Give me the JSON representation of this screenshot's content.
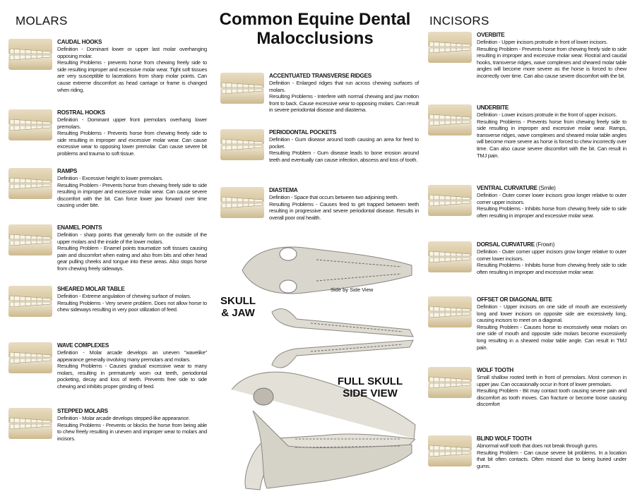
{
  "title": "Common Equine Dental Malocclusions",
  "sections": {
    "molars": "MOLARS",
    "incisors": "INCISORS"
  },
  "labels": {
    "skull_jaw": "SKULL & JAW",
    "side_view": "Side by Side View",
    "full_skull": "FULL SKULL SIDE VIEW"
  },
  "molars": [
    {
      "title": "CAUDAL HOOKS",
      "lines": [
        "Definition - Dominant lower or upper last molar overhanging opposing molar.",
        "Resulting Problems - prevents horse from chewing freely side to side resulting improper and excessive molar wear. Tight soft tissues are very susceptible to lacerations from sharp molar points. Can cause extreme discomfort as head carriage or frame is changed when riding."
      ]
    },
    {
      "title": "ROSTRAL HOOKS",
      "lines": [
        "Definition - Dominant upper front premolars overhang lower premolars.",
        "Resulting Problems - Prevents horse from chewing freely side to side resulting in improper and excessive molar wear. Can cause excessive wear to opposing lower premolar. Can cause severe bit problems and trauma to soft tissue."
      ]
    },
    {
      "title": "RAMPS",
      "lines": [
        "Definition - Excessive height to lower premolars.",
        "Resulting Problem - Prevents horse from chewing freely side to side resulting in improper and excessive molar wear. Can cause severe discomfort with the bit. Can force lower jaw forward over time causing under bite."
      ]
    },
    {
      "title": "ENAMEL POINTS",
      "lines": [
        "Definition - sharp points that generally form on the outside of the upper molars and the inside of the lower molars.",
        "Resulting Problem - Enamel points traumatize soft tissues causing pain and discomfort when eating and also from bits and other head gear pulling cheeks and tongue into these areas. Also stops horse from chewing freely sideways."
      ]
    },
    {
      "title": "SHEARED MOLAR TABLE",
      "lines": [
        "Definition - Extreme angulation of chewing surface of molars.",
        "Resulting Problems - Very severe problem. Does not allow horse to chew sideways resulting in very poor utilization of feed."
      ]
    },
    {
      "title": "WAVE COMPLEXES",
      "lines": [
        "Definition - Molar arcade develops an uneven \"wavelike\" appearance generally involving many premolars and molars.",
        "Resulting Problems - Causes gradual excessive wear to many molars, resulting in prematurely worn out teeth, periodontal pocketing, decay and loss of teeth. Prevents free side to side chewing and inhibits proper grinding of feed."
      ]
    },
    {
      "title": "STEPPED MOLARS",
      "lines": [
        "Definition - Molar arcade develops stepped-like appearance.",
        "Resulting Problems - Prevents or blocks the horse from being able to chew freely resulting in uneven and improper wear to molars and incisors."
      ]
    }
  ],
  "middle": [
    {
      "title": "ACCENTUATED TRANSVERSE RIDGES",
      "lines": [
        "Definition - Enlarged ridges that run across chewing surfaces of molars.",
        "Resulting Problems - Interfere with normal chewing and jaw motion front to back. Cause excessive wear to opposing molars. Can result in severe periodontal disease and diastema."
      ]
    },
    {
      "title": "PERIODONTAL POCKETS",
      "lines": [
        "Definition - Gum disease around tooth causing an area for feed to pocket.",
        "Resulting Problem - Gum disease leads to bone erosion around teeth and eventually can cause infection, abscess and loss of tooth."
      ]
    },
    {
      "title": "DIASTEMA",
      "lines": [
        "Definition - Space that occurs between two adjoining teeth.",
        "Resulting Problems - Causes feed to get trapped between teeth resulting in progressive and severe periodontal disease. Results in overall poor oral health."
      ]
    }
  ],
  "incisors": [
    {
      "title": "OVERBITE",
      "lines": [
        "Definition - Upper incisors protrude in front of lower incisors.",
        "Resulting Problem - Prevents horse from chewing freely side to side resulting in improper and excessive molar wear. Rostral and caudal hooks, transverse ridges, wave complexes and sheared molar table angles will become more severe as the horse is forced to chew incorrectly over time. Can also cause severe discomfort with the bit."
      ]
    },
    {
      "title": "UNDERBITE",
      "lines": [
        "Definition - Lower incisors protrude in the front of upper incisors.",
        "Resulting Problems - Prevents horse from chewing freely side to side resulting in improper and excessive molar wear. Ramps, transverse ridges, wave complexes and sheared molar table angles will become more severe as horse is forced to chew incorrectly over time. Can also cause severe discomfort with the bit. Can result in TMJ pain."
      ]
    },
    {
      "title": "VENTRAL CURVATURE",
      "suffix": "(Smile)",
      "lines": [
        "Definition - Outer corner lower incisors grow longer relative to outer corner upper incisors.",
        "Resulting Problems - Inhibits horse from chewing freely side to side often resulting in improper and excessive molar wear."
      ]
    },
    {
      "title": "DORSAL CURVATURE",
      "suffix": "(Frown)",
      "lines": [
        "Definition - Outer corner upper incisors grow longer relative to outer corner lower incisors.",
        "Resulting Problems - Inhibits horse from chewing freely side to side often resulting in improper and excessive molar wear."
      ]
    },
    {
      "title": "OFFSET OR DIAGONAL BITE",
      "lines": [
        "Definition - Upper incisors on one side of mouth are excessively long and lower incisors on opposite side are excessively long, causing incisors to meet on a diagonal.",
        "Resulting Problem - Causes horse to excessively wear molars on one side of mouth and opposite side molars become excessively long resulting in a sheared molar table angle. Can result in TMJ pain."
      ]
    },
    {
      "title": "WOLF TOOTH",
      "lines": [
        "Small shallow rooted teeth in front of premolars. Most common in upper jaw. Can occasionally occur in front of lower premolars.",
        "Resulting Problem - Bit may contact tooth causing severe pain and discomfort as tooth moves. Can fracture or become loose causing discomfort"
      ]
    },
    {
      "title": "BLIND WOLF TOOTH",
      "lines": [
        "Abnormal wolf tooth that does not break through gums.",
        "Resulting Problem - Can cause severe bit problems. In a location that bit often contacts. Often missed due to being buried under gums."
      ]
    }
  ]
}
